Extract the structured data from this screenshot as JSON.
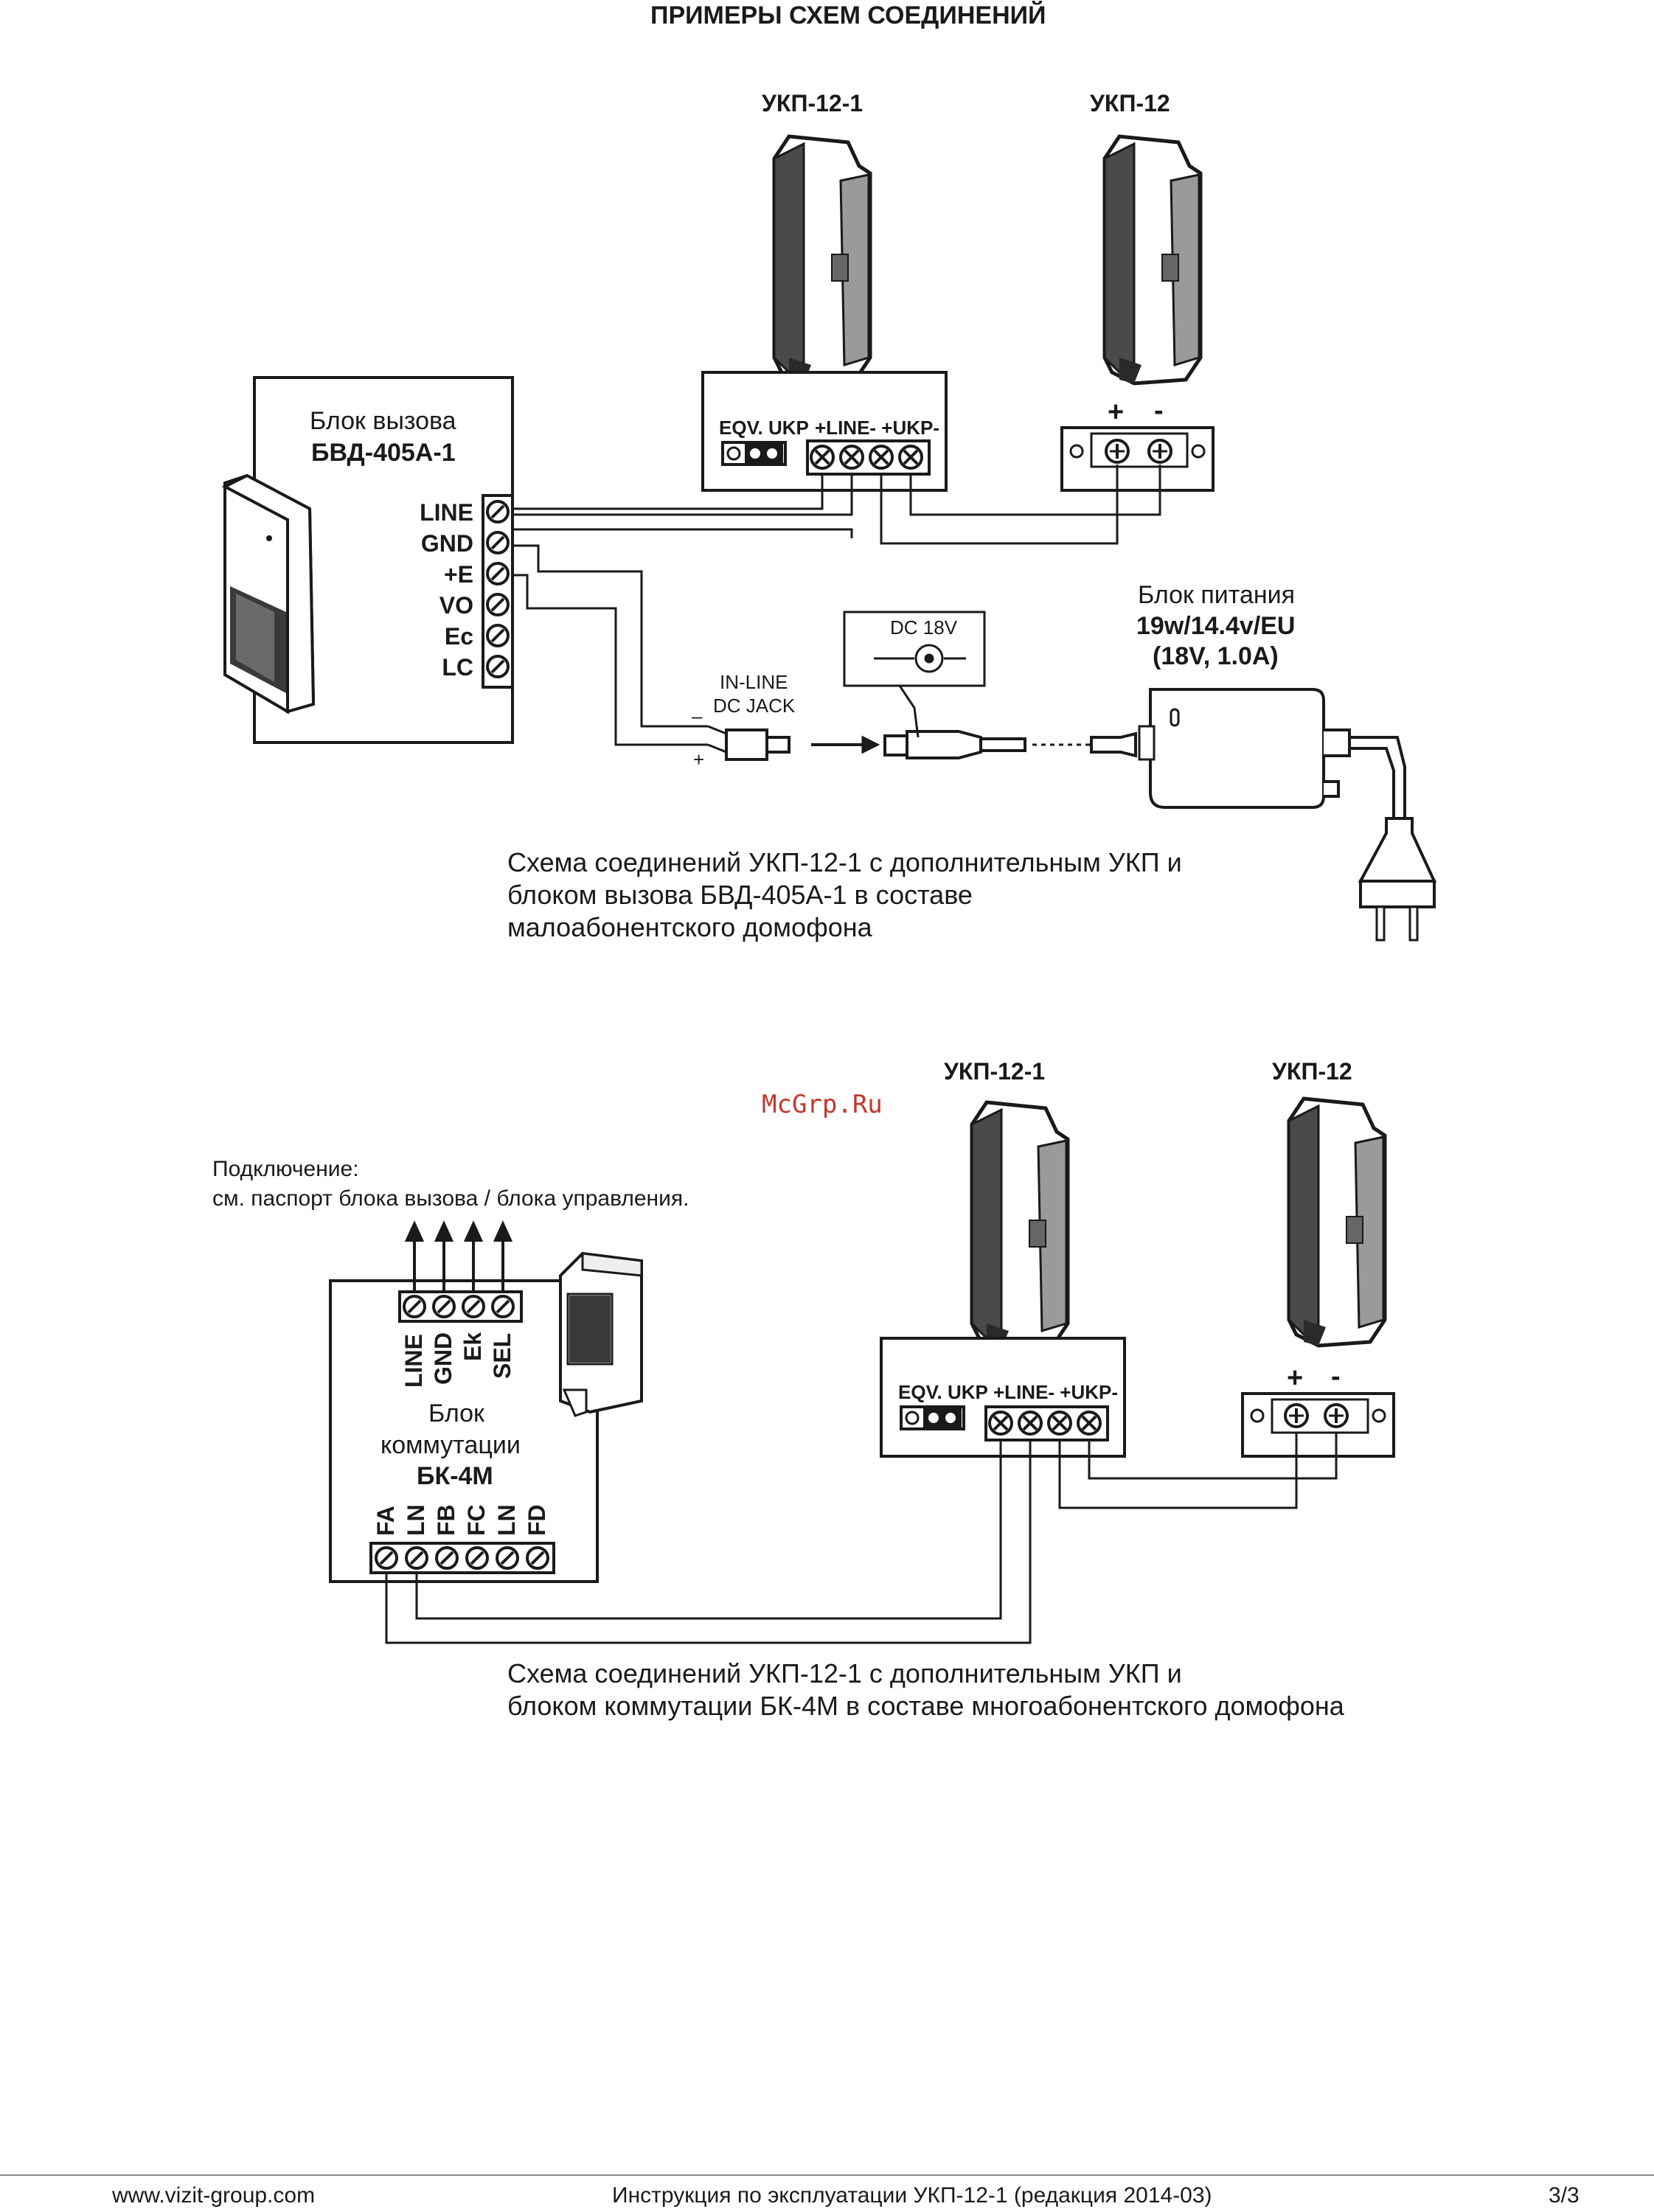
{
  "page_title": "ПРИМЕРЫ СХЕМ СОЕДИНЕНИЙ",
  "diagram1": {
    "monitor1_label": "УКП-12-1",
    "monitor2_label": "УКП-12",
    "call_block_line1": "Блок вызова",
    "call_block_line2": "БВД-405А-1",
    "terminals": [
      "LINE",
      "GND",
      "+E",
      "VO",
      "Ec",
      "LC"
    ],
    "eqv_label": "EQV. UKP",
    "line_ukp_label": "+LINE- +UKP-",
    "plus_sign": "+",
    "minus_sign": "-",
    "psu_line1": "Блок питания",
    "psu_line2": "19w/14.4v/EU",
    "psu_line3": "(18V, 1.0A)",
    "dc_label": "DC 18V",
    "jack_line1": "IN-LINE",
    "jack_line2": "DC JACK",
    "jack_minus": "–",
    "jack_plus": "+",
    "caption": [
      "Схема соединений УКП-12-1 с дополнительным УКП и",
      "блоком вызова БВД-405А-1 в составе",
      "малоабонентского домофона"
    ]
  },
  "diagram2": {
    "watermark": "McGrp.Ru",
    "monitor1_label": "УКП-12-1",
    "monitor2_label": "УКП-12",
    "note_line1": "Подключение:",
    "note_line2": "см. паспорт блока вызова / блока управления.",
    "top_terminals": [
      "LINE",
      "GND",
      "Ek",
      "SEL"
    ],
    "bk_line1": "Блок",
    "bk_line2": "коммутации",
    "bk_line3": "БК-4М",
    "bottom_terminals": [
      "FA",
      "LN",
      "FB",
      "FC",
      "LN",
      "FD"
    ],
    "eqv_label": "EQV. UKP",
    "line_ukp_label": "+LINE- +UKP-",
    "plus_sign": "+",
    "minus_sign": "-",
    "caption": [
      "Схема соединений УКП-12-1 с дополнительным УКП и",
      "блоком коммутации БК-4М в составе многоабонентского домофона"
    ]
  },
  "footer": {
    "website": "www.vizit-group.com",
    "doc": "Инструкция по эксплуатации УКП-12-1 (редакция 2014-03)",
    "page": "3/3"
  },
  "colors": {
    "line": "#1a1a1a",
    "handset": "#3a3a3a",
    "watermark": "#c0392b"
  }
}
